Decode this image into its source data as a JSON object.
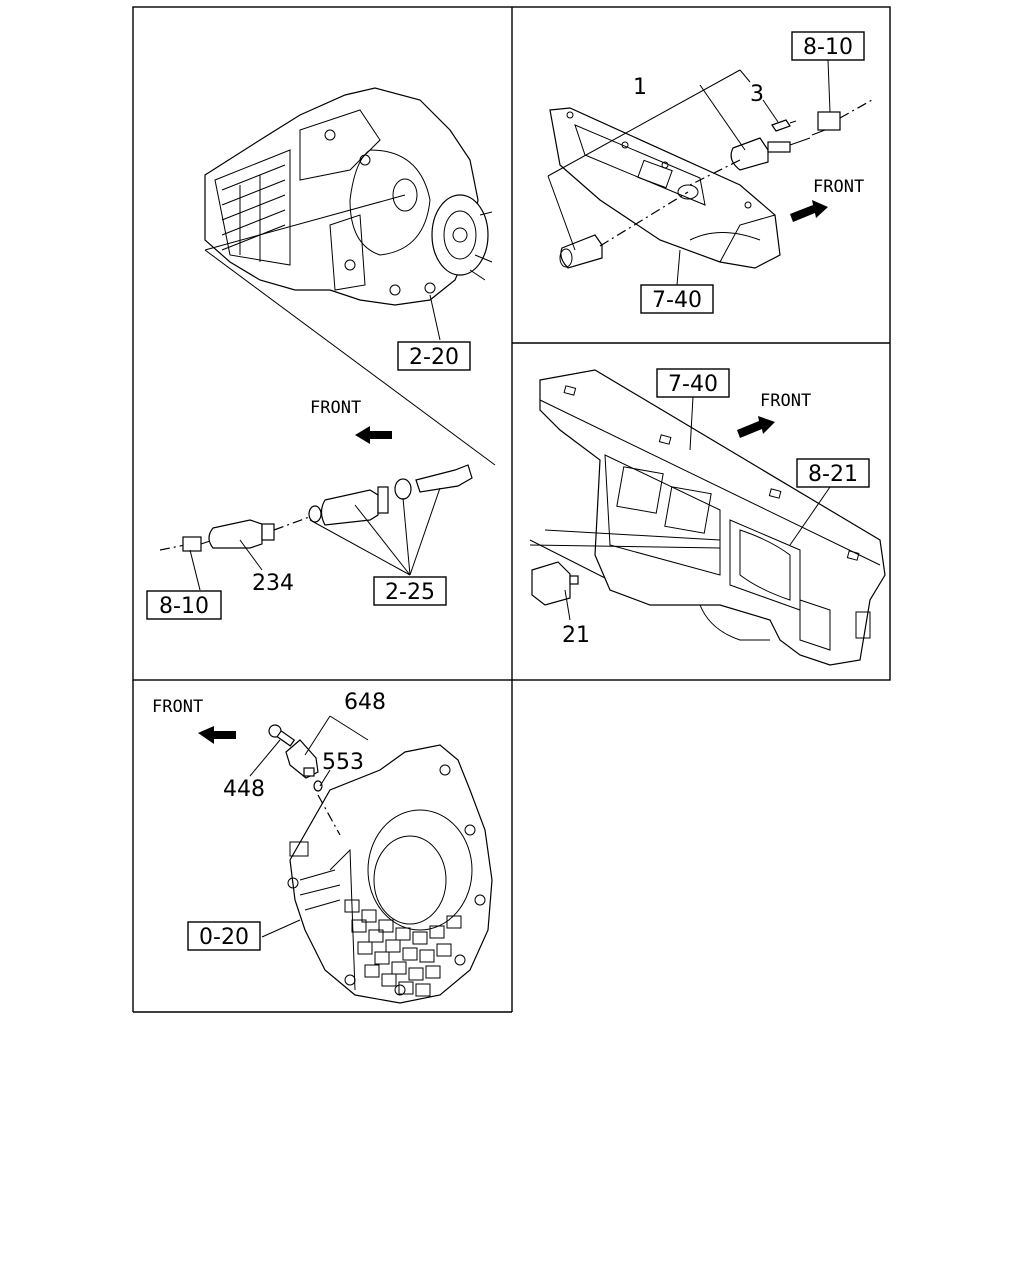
{
  "panels": {
    "speedometer_drive": {
      "callouts": {
        "transmission": "2-20",
        "sensor": "234",
        "connector_ref": "8-10",
        "gear_kit": "2-25"
      },
      "front": "FRONT"
    },
    "console_switch": {
      "callouts": {
        "assembly": "1",
        "bulb": "3",
        "connector_ref": "8-10",
        "panel_ref": "7-40"
      },
      "front": "FRONT"
    },
    "dashboard": {
      "callouts": {
        "panel_ref": "7-40",
        "cluster_ref": "8-21",
        "switch": "21"
      },
      "front": "FRONT"
    },
    "flywheel_housing": {
      "callouts": {
        "sensor_assy": "648",
        "o_ring": "553",
        "bolt": "448",
        "housing_ref": "0-20"
      },
      "front": "FRONT"
    }
  }
}
